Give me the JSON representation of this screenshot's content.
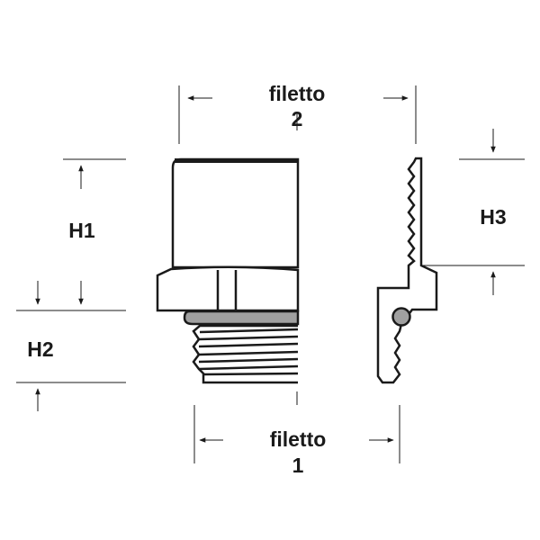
{
  "labels": {
    "thread_top_word": "filetto",
    "thread_top_num": "2",
    "thread_bottom_word": "filetto",
    "thread_bottom_num": "1",
    "h1": "H1",
    "h2": "H2",
    "h3": "H3"
  },
  "colors": {
    "line": "#1a1a1a",
    "gasket": "#a0a0a0"
  }
}
